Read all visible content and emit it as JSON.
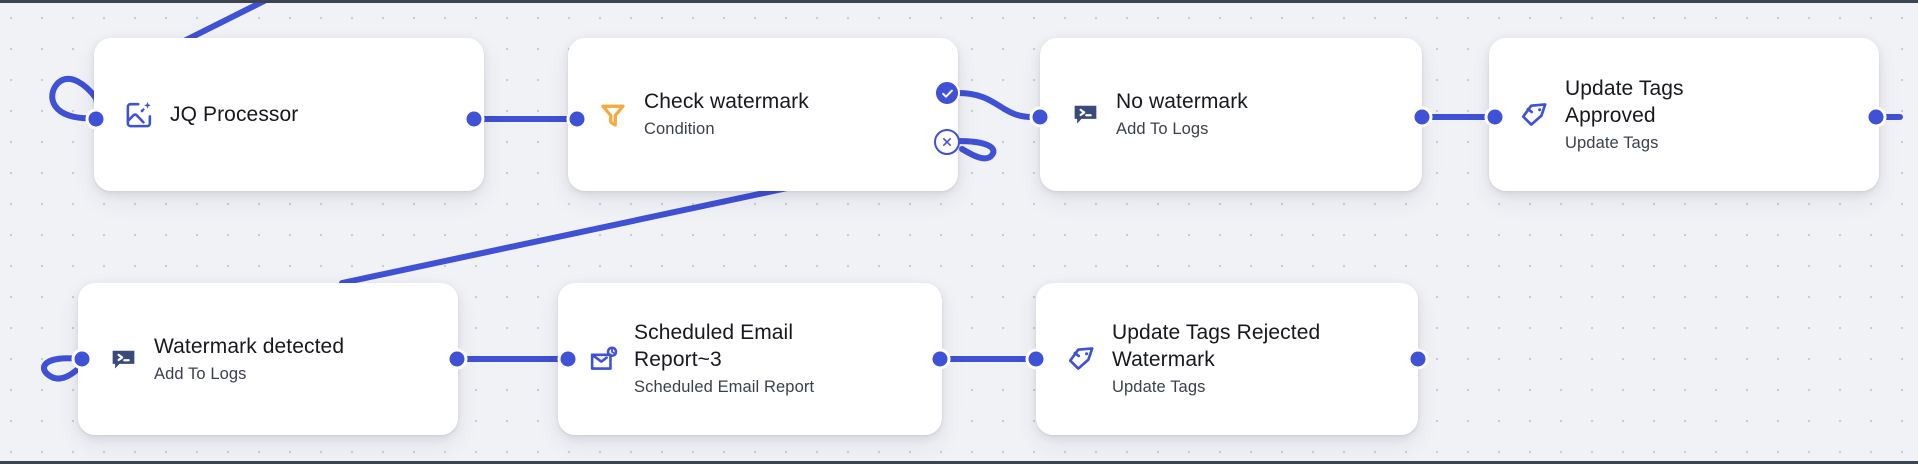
{
  "canvas": {
    "label": "workflow-canvas",
    "background_color": "#f1f2f6",
    "grid_dot_color": "#c9ccd6",
    "edge_color": "#3f51d4",
    "accent_color": "#3f51d4",
    "orange_color": "#f7a93b",
    "navy_color": "#3a4a7a"
  },
  "nodes": [
    {
      "id": "jq-processor",
      "title": "JQ Processor",
      "subtitle": "",
      "icon": "image-sparkle-icon",
      "icon_color": "#3f51d4"
    },
    {
      "id": "check-watermark",
      "title": "Check watermark",
      "subtitle": "Condition",
      "icon": "filter-funnel-icon",
      "icon_color": "#f7a93b"
    },
    {
      "id": "no-watermark",
      "title": "No watermark",
      "subtitle": "Add To Logs",
      "icon": "terminal-bubble-icon",
      "icon_color": "#3a4a7a"
    },
    {
      "id": "update-tags-approved",
      "title": "Update Tags\nApproved",
      "subtitle": "Update Tags",
      "icon": "tag-sparkle-icon",
      "icon_color": "#3f51d4"
    },
    {
      "id": "watermark-detected",
      "title": "Watermark detected",
      "subtitle": "Add To Logs",
      "icon": "terminal-bubble-icon",
      "icon_color": "#3a4a7a"
    },
    {
      "id": "scheduled-email-report",
      "title": "Scheduled Email\nReport~3",
      "subtitle": "Scheduled Email Report",
      "icon": "envelope-clock-icon",
      "icon_color": "#3f51d4"
    },
    {
      "id": "update-tags-rejected",
      "title": "Update Tags Rejected\nWatermark",
      "subtitle": "Update Tags",
      "icon": "tag-sparkle-icon",
      "icon_color": "#3f51d4"
    }
  ],
  "branches": {
    "true_badge": "check-icon",
    "false_badge": "cross-icon"
  }
}
